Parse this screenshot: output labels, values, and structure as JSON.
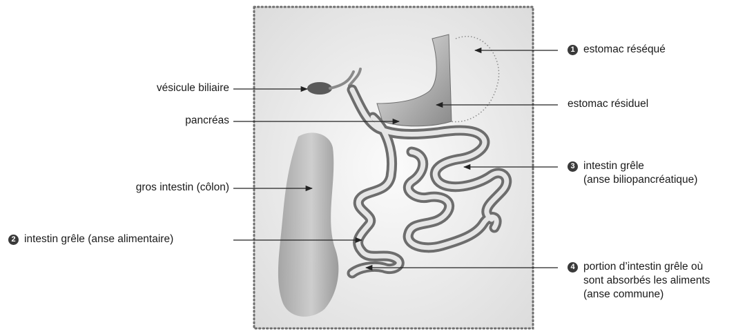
{
  "labels": {
    "vesicule": "vésicule biliaire",
    "pancreas": "pancréas",
    "gros_intestin": "gros intestin (côlon)",
    "anse_alimentaire": {
      "number": "2",
      "text": "intestin grêle (anse alimentaire)"
    },
    "estomac_reseque": {
      "number": "1",
      "text": "estomac réséqué"
    },
    "estomac_residuel": "estomac résiduel",
    "anse_biliopancreatique": {
      "number": "3",
      "line1": "intestin grêle",
      "line2": "(anse biliopancréatique)"
    },
    "anse_commune": {
      "number": "4",
      "line1": "portion d’intestin grêle où",
      "line2": "sont absorbés les aliments",
      "line3": "(anse commune)"
    }
  },
  "colors": {
    "panel_border": "#6e6e6e",
    "intestine_dark": "#6d6d6d",
    "intestine_light": "#e6e6e6",
    "colon": "#b9b9b9"
  }
}
